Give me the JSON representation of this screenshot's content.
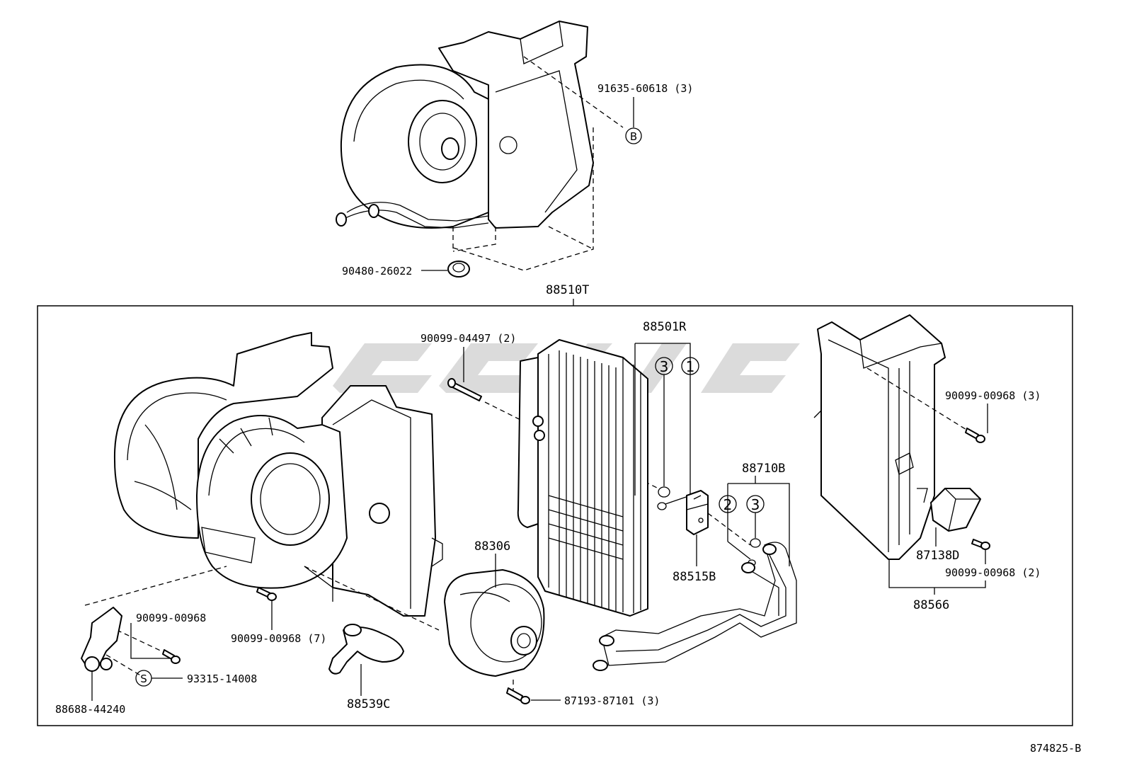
{
  "diagram_id": "874825-B",
  "top_assembly": {
    "labels": {
      "screw": "91635-60618 (3)",
      "grommet": "90480-26022"
    },
    "circle_marks": {
      "b": "B"
    }
  },
  "main_assembly": {
    "label": "88510T",
    "labels": {
      "bolt_top": "90099-04497 (2)",
      "evaporator": "88501R",
      "pipe_set": "88710B",
      "screw_right_top": "90099-00968 (3)",
      "resistor": "87138D",
      "screw_right_bottom": "90099-00968 (2)",
      "case_right": "88566",
      "blower_motor": "88306",
      "expansion_valve": "88515B",
      "screw_mid": "90099-00968 (7)",
      "screw_left": "90099-00968",
      "clamp_ref": "93315-14008",
      "bracket": "88688-44240",
      "hose": "88539C",
      "motor_screw": "87193-87101 (3)"
    },
    "circle_marks": {
      "s": "S",
      "evap_3": "3",
      "evap_1": "1",
      "pipe_2": "2",
      "pipe_3": "3"
    }
  }
}
